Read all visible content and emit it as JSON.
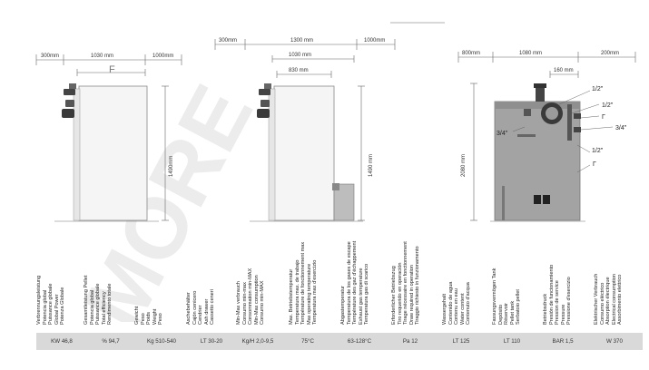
{
  "dimensions": {
    "left_view": {
      "w1": "300mm",
      "w2": "1030 mm",
      "w3": "1000mm",
      "f_label": "F",
      "height": "1490mm"
    },
    "middle_view": {
      "w1": "300mm",
      "w2": "1300 mm",
      "w3": "1000mm",
      "w4": "1030 mm",
      "w5": "830 mm",
      "height": "1490 mm"
    },
    "right_view": {
      "w1": "800mm",
      "w2": "1080 mm",
      "w3": "200mm",
      "w4": "160 mm",
      "height": "2080 mm"
    }
  },
  "fitting_labels": {
    "a": "1/2\"",
    "b": "1/2\"",
    "c": "Γ",
    "d": "3/4\"",
    "e": "3/4\"",
    "f": "1/2\"",
    "g": "Γ"
  },
  "spec_columns": [
    {
      "lines": [
        "Potenza Globale",
        "Global Power",
        "Puissance globale",
        "Potencia global",
        "Verbrennungsleistung"
      ]
    },
    {
      "lines": [
        "Rendimento totale",
        "Total efficiency",
        "Puissance globale",
        "Potencia global",
        "Gesamtleistung Pellet"
      ]
    },
    {
      "lines": [
        "Peso",
        "Weight",
        "Poids",
        "Peso",
        "Gewicht"
      ]
    },
    {
      "lines": [
        "Cassetto ceneri",
        "Ash drawer",
        "Cendrier",
        "Cajón cenicero",
        "Aschebehälter"
      ]
    },
    {
      "lines": [
        "Consumo min-MAX",
        "Min-Max consumption",
        "Consommation min-MAX",
        "Consumo min-max",
        "Min-Max verbrauch"
      ]
    },
    {
      "lines": [
        "Temperatura max d'esercizio",
        "Max operating temperature",
        "Température de fonctionnement max",
        "Temperatura max. de trabajo",
        "Max. Betriebstemperatur"
      ]
    },
    {
      "lines": [
        "Temperatura gas di scarico",
        "Exhaust gas temperature",
        "Température des gaz d'échappement",
        "Temperatura de los gases de escape",
        "Abgastemperatur"
      ]
    },
    {
      "lines": [
        "Tiraggio richiesto in funzionamento",
        "Draw required in operation",
        "Tirage nécessaire en fonctionnement",
        "Tiro requerido en operación",
        "Erforderlicher Betriebszug"
      ]
    },
    {
      "lines": [
        "Contenuto d'acqua",
        "Water content",
        "Contenu en eau",
        "Contenido de agua",
        "Wassergehalt"
      ]
    },
    {
      "lines": [
        "Serbatoio pellet",
        "Pellet tank",
        "Réservoir",
        "Depósito",
        "Fassungsvermögen Tank"
      ]
    },
    {
      "lines": [
        "Pressione d'esercizio",
        "Pressure",
        "Pression de service",
        "Presión de funcionamiento",
        "Betriebsdruck"
      ]
    },
    {
      "lines": [
        "Assorbimento elettrico",
        "Electrical consumption",
        "Absorption électrique",
        "Consumo eléctrico",
        "Elektrischer Verbrauch"
      ]
    }
  ],
  "values": [
    "KW 46,8",
    "% 94,7",
    "Kg 510-540",
    "LT 30-20",
    "Kg/H 2,0-9,5",
    "75°C",
    "63-128°C",
    "Pa 12",
    "LT 125",
    "LT 110",
    "BAR 1,5",
    "W 370"
  ],
  "colors": {
    "bar": "#d9d9d9",
    "boiler_body": "#f4f4f4",
    "panel": "#9a9a9a"
  }
}
